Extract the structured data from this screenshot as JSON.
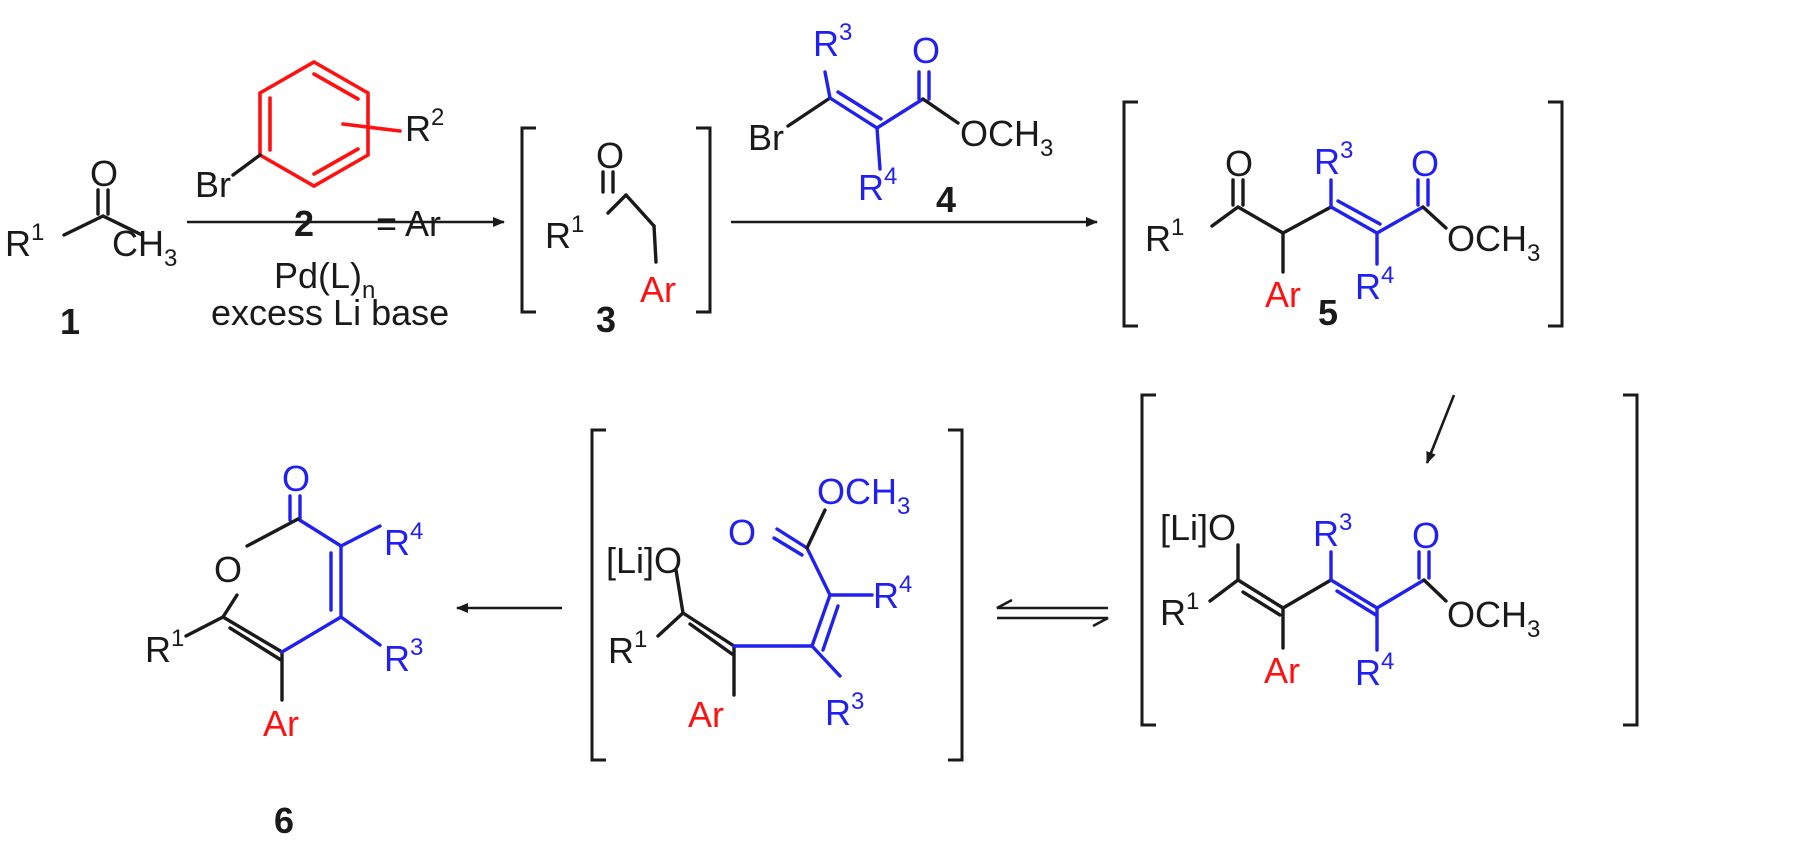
{
  "compounds": {
    "c1": "1",
    "c2": "2",
    "c3": "3",
    "c4": "4",
    "c5": "5",
    "c6": "6"
  },
  "atoms": {
    "O": "O",
    "R": "R",
    "sup1": "1",
    "sup2": "2",
    "sup3": "3",
    "sup4": "4",
    "CH": "CH",
    "sub3": "3",
    "Br": "Br",
    "Ar": "Ar",
    "OCH": "OCH",
    "LiO": "[Li]O"
  },
  "reagents": {
    "ar_eq": "= Ar",
    "catalyst": "Pd(L)",
    "catalyst_sub": "n",
    "base": "excess Li base"
  },
  "colors": {
    "black": "#1a1a1a",
    "red": "#ff1111",
    "blue": "#2020f0"
  }
}
